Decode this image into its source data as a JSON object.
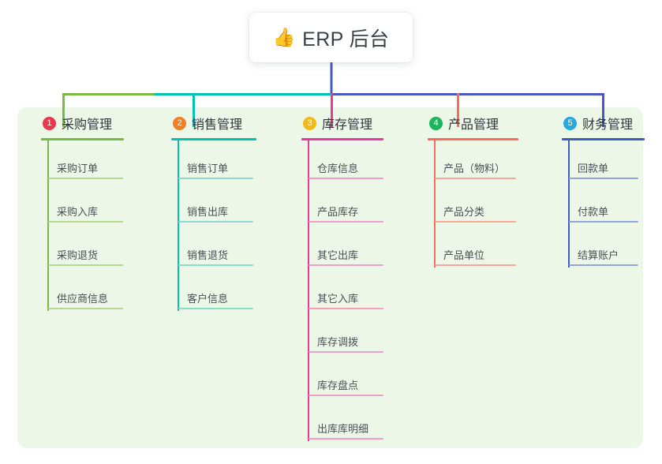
{
  "root": {
    "icon": "thumbs-up-icon",
    "emoji": "👍",
    "title": "ERP 后台"
  },
  "palette": {
    "panel_bg": "#edf7e7",
    "card_bg": "#ffffff",
    "text": "#31353c",
    "leaf_text": "#4a4f57"
  },
  "columns": [
    {
      "index": "1",
      "title": "采购管理",
      "badge_color": "#e8374f",
      "line_color": "#7cb944",
      "leaf_line_color": "#b7d98e",
      "trunk_color": "#7cb944",
      "items": [
        "采购订单",
        "采购入库",
        "采购退货",
        "供应商信息"
      ]
    },
    {
      "index": "2",
      "title": "销售管理",
      "badge_color": "#f07f26",
      "line_color": "#00bfb3",
      "leaf_line_color": "#8ed9d2",
      "trunk_color": "#00bfb3",
      "items": [
        "销售订单",
        "销售出库",
        "销售退货",
        "客户信息"
      ]
    },
    {
      "index": "3",
      "title": "库存管理",
      "badge_color": "#f5b914",
      "line_color": "#e8389c",
      "leaf_line_color": "#f09ec7",
      "trunk_color": "#e8389c",
      "items": [
        "仓库信息",
        "产品库存",
        "其它出库",
        "其它入库",
        "库存调拨",
        "库存盘点",
        "出库库明细"
      ]
    },
    {
      "index": "4",
      "title": "产品管理",
      "badge_color": "#1bb55c",
      "line_color": "#fa6a5e",
      "leaf_line_color": "#f9a69c",
      "trunk_color": "#fa6a5e",
      "items": [
        "产品（物料）",
        "产品分类",
        "产品单位"
      ]
    },
    {
      "index": "5",
      "title": "财务管理",
      "badge_color": "#29a8e0",
      "line_color": "#4658c4",
      "leaf_line_color": "#92a3e0",
      "trunk_color": "#4658c4",
      "items": [
        "回款单",
        "付款单",
        "结算账户"
      ]
    }
  ],
  "connectors": {
    "root_stem_color": "#4658c4",
    "bus_segments": [
      {
        "name": "bus-green",
        "color": "#7cb944"
      },
      {
        "name": "bus-teal",
        "color": "#00bfb3"
      },
      {
        "name": "bus-blue",
        "color": "#4658c4"
      }
    ]
  }
}
